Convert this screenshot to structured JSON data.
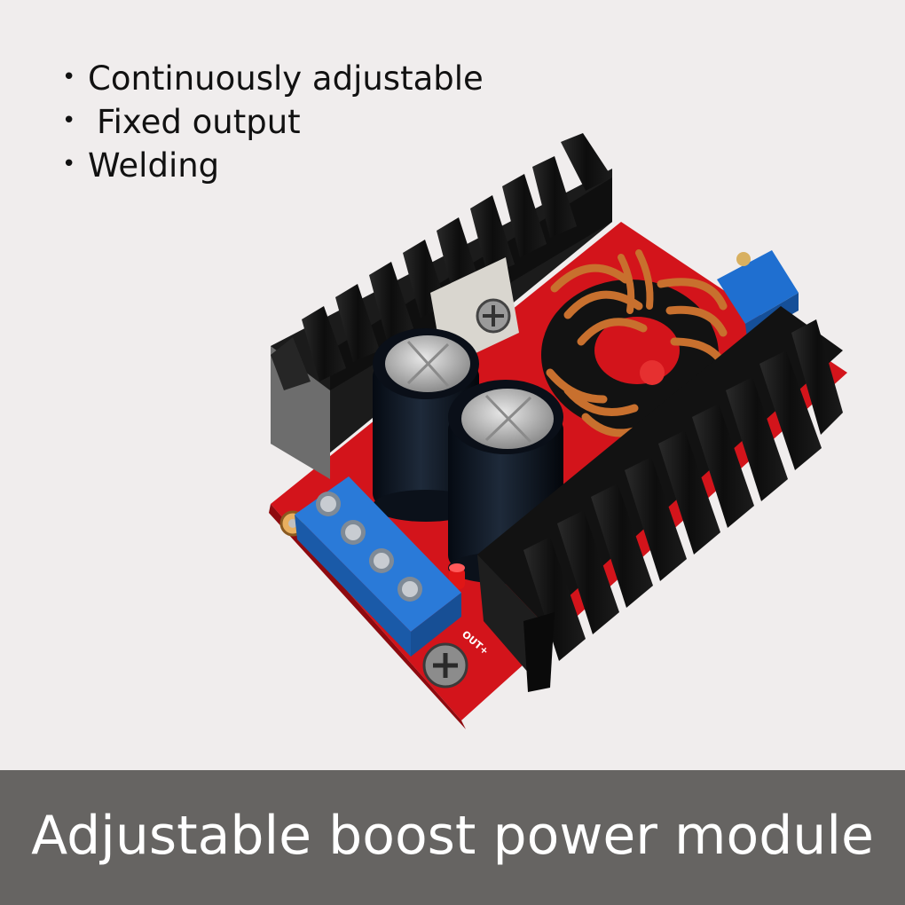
{
  "features": [
    "Continuously adjustable",
    "Fixed output",
    "Welding"
  ],
  "pcb_label": "OUT+",
  "banner": {
    "title": "Adjustable boost power module"
  },
  "colors": {
    "background": "#f0eded",
    "banner": "#666462",
    "pcb": "#d3141b",
    "terminal": "#1f6fd0",
    "heatsink": "#151515",
    "copper": "#c8702e"
  }
}
